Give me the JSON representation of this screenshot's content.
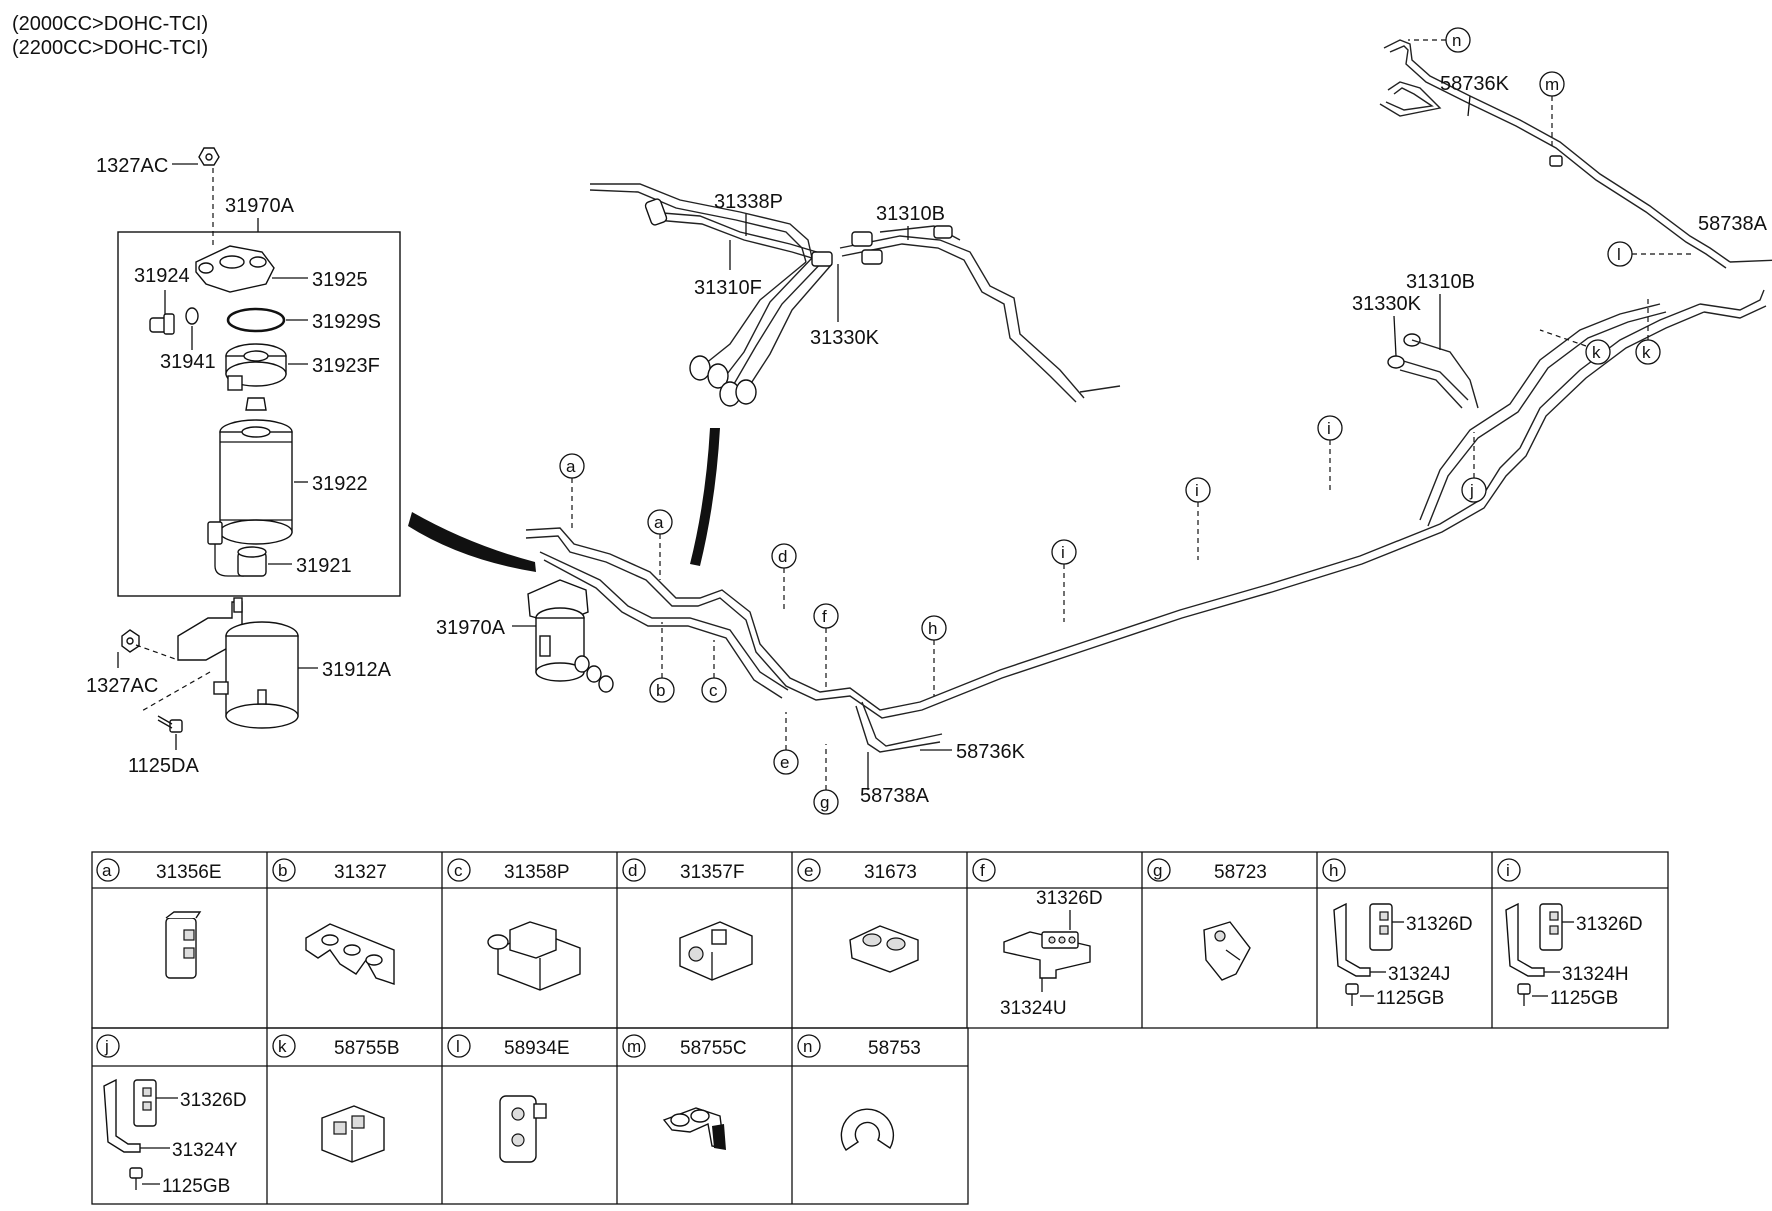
{
  "header": {
    "lines": [
      "(2000CC>DOHC-TCI)",
      "(2200CC>DOHC-TCI)"
    ]
  },
  "filter_assembly": {
    "labels": {
      "nut_top": "1327AC",
      "assembly": "31970A",
      "bolt": "31924",
      "head": "31925",
      "oring": "31929S",
      "washer": "31941",
      "heater": "31923F",
      "element": "31922",
      "sensor": "31921",
      "bracket": "31912A",
      "nut_bracket": "1327AC",
      "bolt_bracket": "1125DA",
      "assembly_installed": "31970A"
    }
  },
  "pipes": {
    "labels": {
      "p_31338P": "31338P",
      "p_31310B_a": "31310B",
      "p_31310F": "31310F",
      "p_31330K_a": "31330K",
      "p_58736K_a": "58736K",
      "p_58738A_a": "58738A",
      "p_31310B_b": "31310B",
      "p_31330K_b": "31330K",
      "p_58736K_b": "58736K",
      "p_58738A_b": "58738A"
    }
  },
  "callouts": [
    "a",
    "a",
    "b",
    "c",
    "d",
    "e",
    "f",
    "g",
    "h",
    "i",
    "i",
    "i",
    "j",
    "k",
    "k",
    "l",
    "m",
    "n"
  ],
  "table": {
    "row1": [
      {
        "letter": "a",
        "part": "31356E",
        "sub": []
      },
      {
        "letter": "b",
        "part": "31327",
        "sub": []
      },
      {
        "letter": "c",
        "part": "31358P",
        "sub": []
      },
      {
        "letter": "d",
        "part": "31357F",
        "sub": []
      },
      {
        "letter": "e",
        "part": "31673",
        "sub": []
      },
      {
        "letter": "f",
        "part": "",
        "sub": [
          "31326D",
          "31324U"
        ]
      },
      {
        "letter": "g",
        "part": "58723",
        "sub": []
      },
      {
        "letter": "h",
        "part": "",
        "sub": [
          "31326D",
          "31324J",
          "1125GB"
        ]
      },
      {
        "letter": "i",
        "part": "",
        "sub": [
          "31326D",
          "31324H",
          "1125GB"
        ]
      }
    ],
    "row2": [
      {
        "letter": "j",
        "part": "",
        "sub": [
          "31326D",
          "31324Y",
          "1125GB"
        ]
      },
      {
        "letter": "k",
        "part": "58755B",
        "sub": []
      },
      {
        "letter": "l",
        "part": "58934E",
        "sub": []
      },
      {
        "letter": "m",
        "part": "58755C",
        "sub": []
      },
      {
        "letter": "n",
        "part": "58753",
        "sub": []
      }
    ]
  }
}
